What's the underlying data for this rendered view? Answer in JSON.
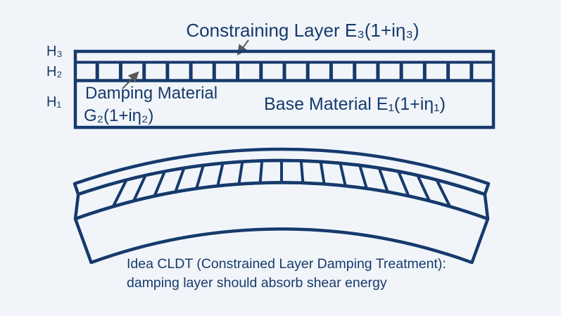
{
  "colors": {
    "background": "#f1f5f9",
    "line_navy": "#163a6c",
    "text_navy": "#163a6c",
    "arrow_gray": "#595a5e"
  },
  "flat_diagram": {
    "title": "Constraining Layer E₃(1+iη₃)",
    "h3_label": "H₃",
    "h2_label": "H₂",
    "h1_label": "H₁",
    "damping_label_line1": "Damping Material",
    "damping_label_line2": "G₂(1+iη₂)",
    "base_label": "Base Material E₁(1+iη₁)"
  },
  "curved_diagram": {
    "caption_line1": "Idea CLDT (Constrained Layer Damping Treatment):",
    "caption_line2": "damping layer should absorb shear energy"
  }
}
